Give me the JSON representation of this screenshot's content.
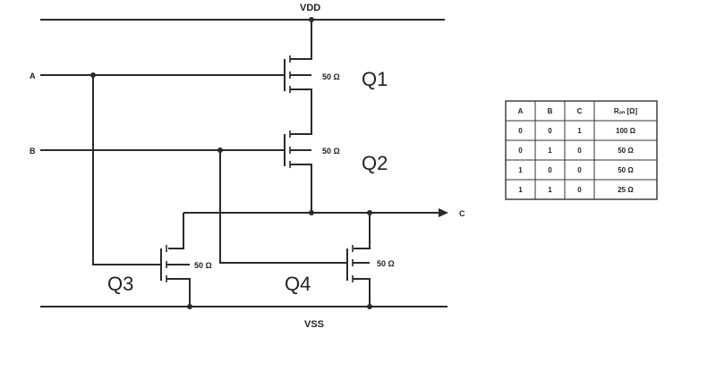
{
  "rails": {
    "top": "VDD",
    "bottom": "VSS"
  },
  "inputs": {
    "a": "A",
    "b": "B"
  },
  "output": "C",
  "transistors": [
    {
      "name": "Q1",
      "resistance": "50 Ω"
    },
    {
      "name": "Q2",
      "resistance": "50 Ω"
    },
    {
      "name": "Q3",
      "resistance": "50 Ω"
    },
    {
      "name": "Q4",
      "resistance": "50 Ω"
    }
  ],
  "truth_table": {
    "headers": [
      "A",
      "B",
      "C",
      "Rₒₙ [Ω]"
    ],
    "rows": [
      [
        "0",
        "0",
        "1",
        "100 Ω"
      ],
      [
        "0",
        "1",
        "0",
        "50 Ω"
      ],
      [
        "1",
        "0",
        "0",
        "50 Ω"
      ],
      [
        "1",
        "1",
        "0",
        "25 Ω"
      ]
    ]
  }
}
